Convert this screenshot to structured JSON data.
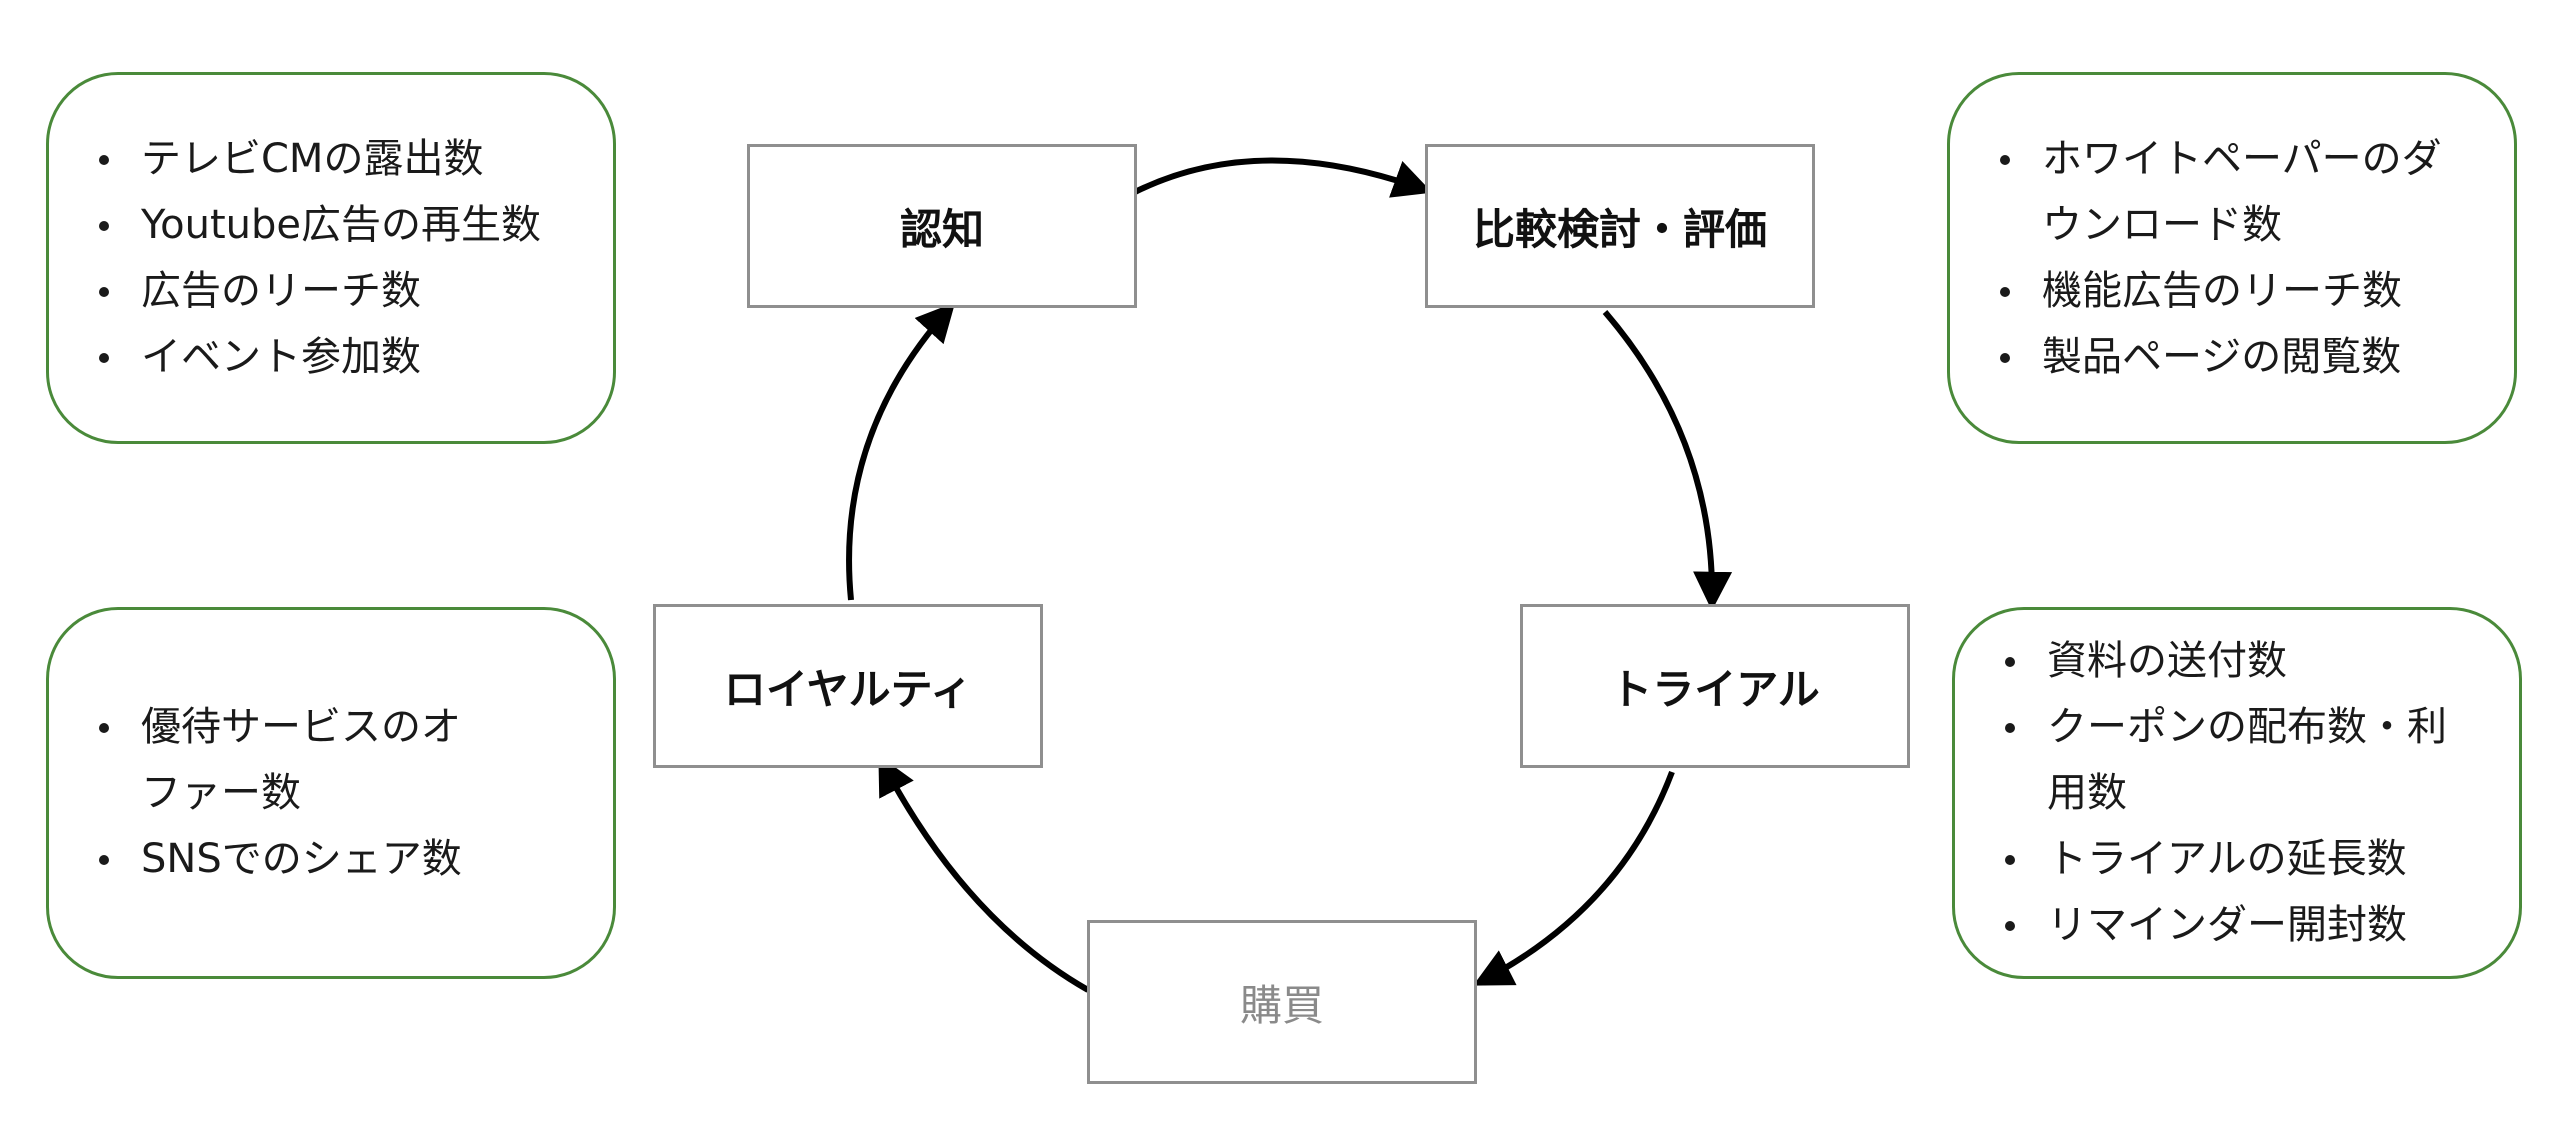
{
  "stages": {
    "awareness": "認知",
    "comparison": "比較検討・評価",
    "trial": "トライアル",
    "purchase": "購買",
    "loyalty": "ロイヤルティ"
  },
  "notes": {
    "awareness": [
      "テレビCMの露出数",
      "Youtube広告の再生数",
      "広告のリーチ数",
      "イベント参加数"
    ],
    "comparison": [
      "ホワイトペーパーのダウンロード数",
      "機能広告のリーチ数",
      "製品ページの閲覧数"
    ],
    "loyalty": [
      "優待サービスのオファー数",
      "SNSでのシェア数"
    ],
    "trial": [
      "資料の送付数",
      "クーポンの配布数・利用数",
      "トライアルの延長数",
      "リマインダー開封数"
    ]
  },
  "colors": {
    "note_border": "#4a8a3a",
    "stage_border": "#8f8f8f",
    "arrow": "#000000",
    "muted_text": "#8a8a8a"
  }
}
